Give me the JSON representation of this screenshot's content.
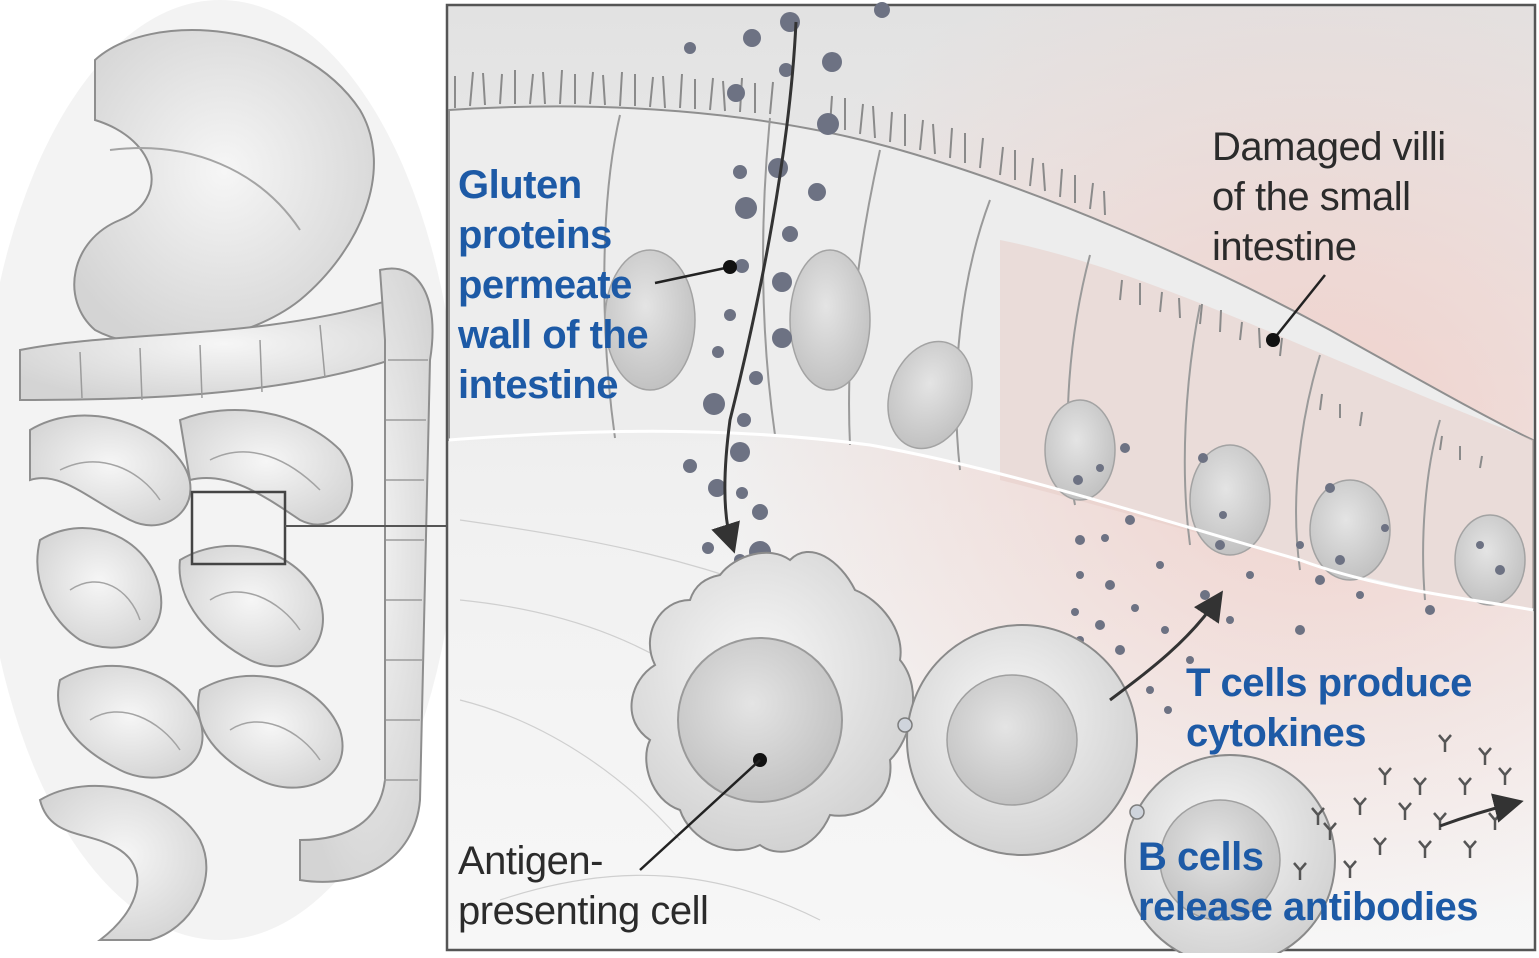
{
  "labels": {
    "gluten": "Gluten\nproteins\npermeate\nwall of the\nintestine",
    "damaged_villi": "Damaged villi\nof the small\nintestine",
    "t_cells": "T cells produce\ncytokines",
    "b_cells": "B cells\nrelease antibodies",
    "antigen_cell": "Antigen-\npresenting cell"
  },
  "colors": {
    "label_blue": "#1d5aa6",
    "label_dark": "#2b2b2b",
    "damaged_tint": "#e9cfcb",
    "particle": "#6d7283"
  }
}
